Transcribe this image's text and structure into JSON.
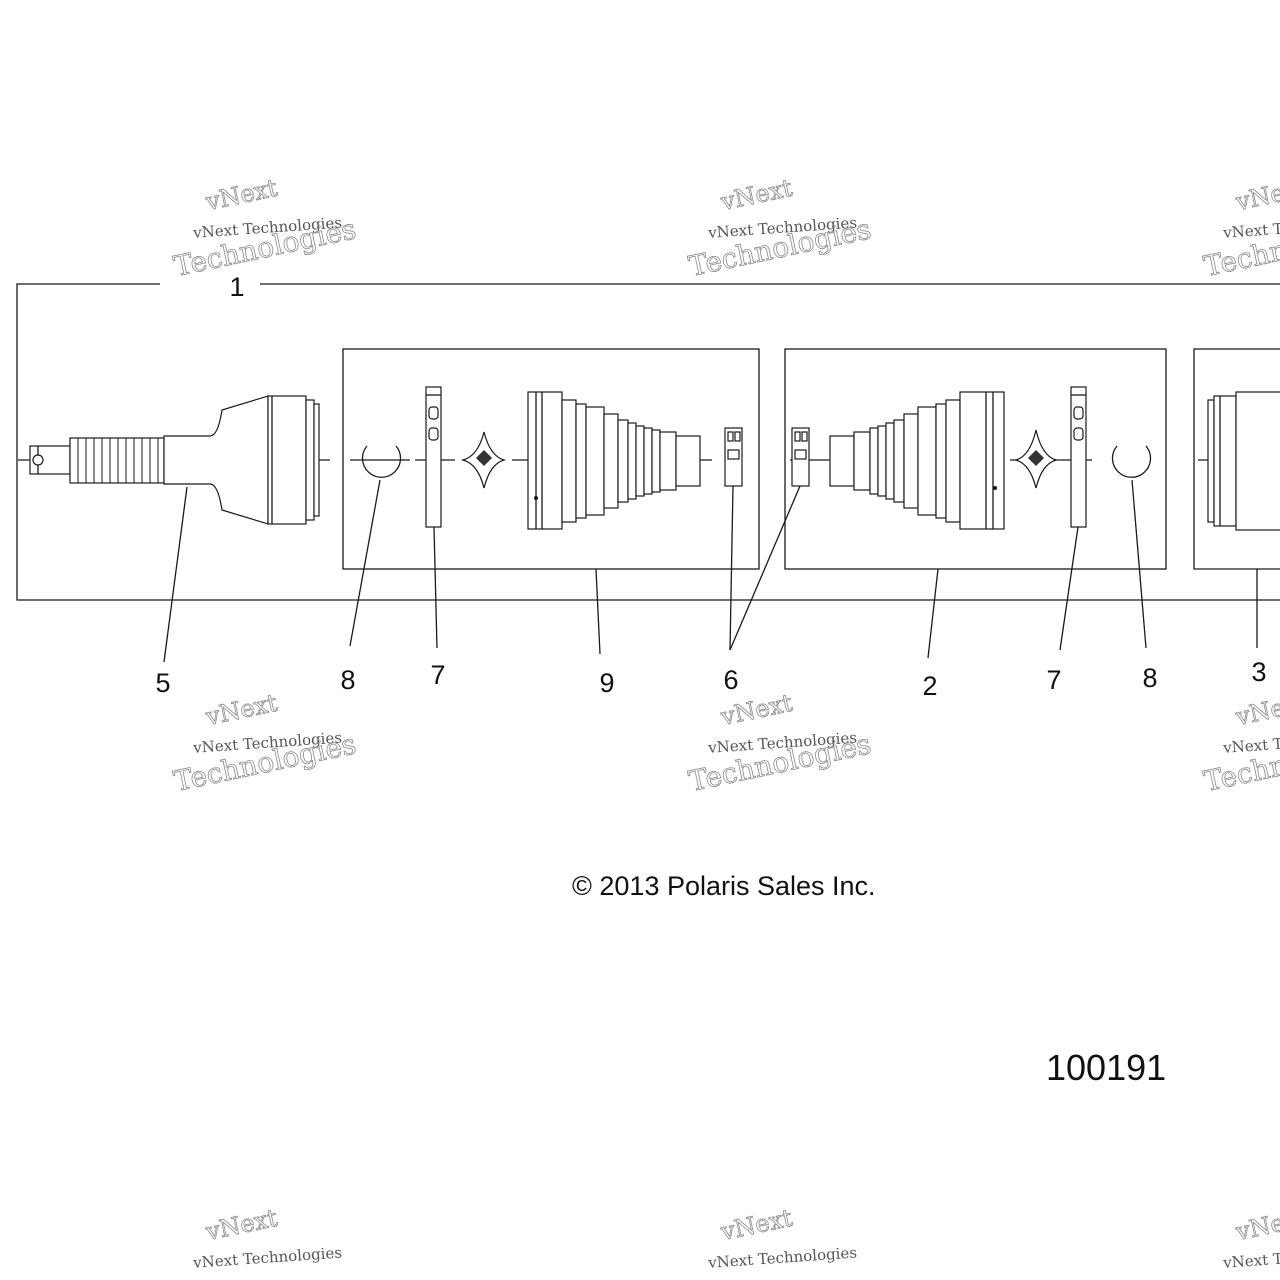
{
  "diagram": {
    "callouts": {
      "c1": "1",
      "c5": "5",
      "c8a": "8",
      "c7a": "7",
      "c9": "9",
      "c6": "6",
      "c2": "2",
      "c7b": "7",
      "c8b": "8",
      "c3": "3"
    },
    "copyright": "© 2013 Polaris Sales Inc.",
    "figure_number": "100191"
  },
  "watermark": {
    "line1": "vNext Technologies",
    "line2": "vNext",
    "line3": "Technologies"
  }
}
